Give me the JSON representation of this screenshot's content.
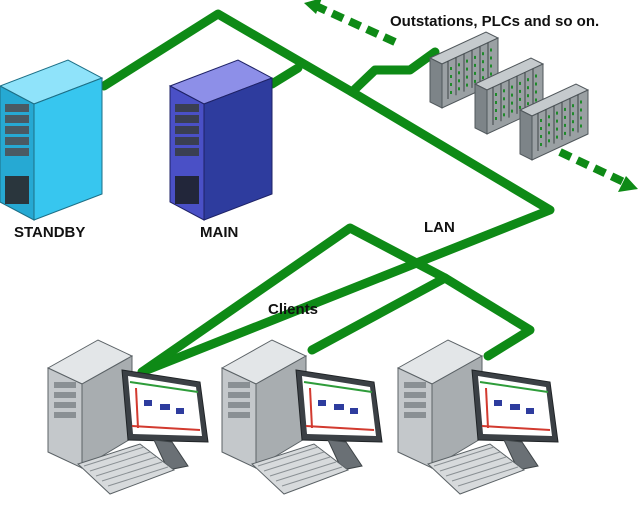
{
  "labels": {
    "standby": "STANDBY",
    "main": "MAIN",
    "lan": "LAN",
    "clients": "Clients",
    "outstations": "Outstations, PLCs and so on."
  },
  "colors": {
    "network_green": "#0e8a16",
    "standby_cyan": "#37c6ef",
    "main_blue": "#2e3c9e",
    "plc_gray": "#9aa0a3",
    "workstation_gray": "#c4c8cb"
  },
  "icons": {
    "standby_server": "server-tower-icon",
    "main_server": "server-tower-icon",
    "plc_rack": "plc-rack-icon",
    "client": "desktop-workstation-icon"
  }
}
